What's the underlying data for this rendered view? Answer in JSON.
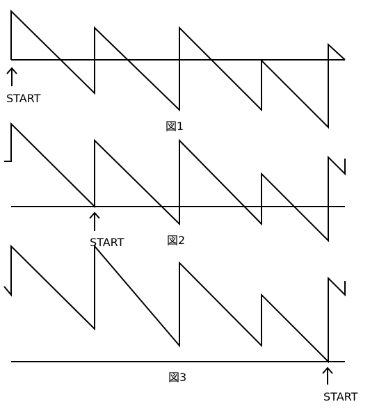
{
  "figures": [
    {
      "caption": "図1",
      "start_label": "START"
    },
    {
      "caption": "図2",
      "start_label": "START"
    },
    {
      "caption": "図3",
      "start_label": "START"
    }
  ],
  "colors": {
    "line": "#000000",
    "background": "#ffffff"
  }
}
